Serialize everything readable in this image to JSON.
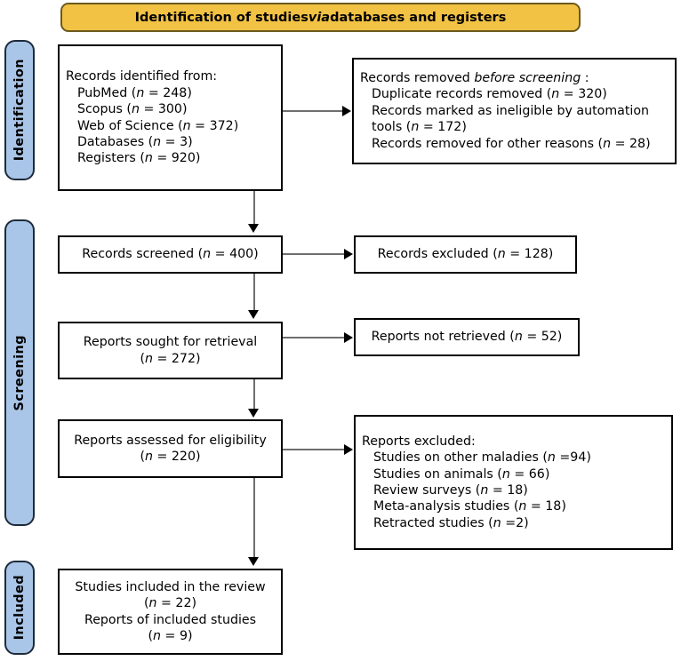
{
  "diagram": {
    "type": "prisma-flow-diagram",
    "header": {
      "text_before": "Identification of studies ",
      "emphasis": "via",
      "text_after": " databases and registers",
      "full_text": "Identification of studies via databases and registers",
      "background_color": "#f2c245",
      "border_color": "#6b5a1d"
    },
    "stages": [
      {
        "id": "identification",
        "label": "Identification",
        "color": "#a9c5e8"
      },
      {
        "id": "screening",
        "label": "Screening",
        "color": "#a9c5e8"
      },
      {
        "id": "included",
        "label": "Included",
        "color": "#a9c5e8"
      }
    ],
    "boxes": {
      "identified": {
        "title": "Records identified from:",
        "items": [
          "PubMed (n = 248)",
          "Scopus (n = 300)",
          "Web of Science (n = 372)",
          "Databases (n = 3)",
          "Registers (n = 920)"
        ],
        "lines": [
          {
            "label": "PubMed",
            "nvalue": "248"
          },
          {
            "label": "Scopus",
            "nvalue": "300"
          },
          {
            "label": "Web of Science",
            "nvalue": "372"
          },
          {
            "label": "Databases",
            "nvalue": "3"
          },
          {
            "label": "Registers",
            "nvalue": "920"
          }
        ]
      },
      "removed_before_screening": {
        "title_before": "Records removed ",
        "title_emphasis": "before screening",
        "title_after": " :",
        "title_full": "Records removed before screening :",
        "items": [
          "Duplicate records removed  (n = 320)",
          "Records marked as ineligible by automation tools (n = 172)",
          "Records removed for other reasons (n = 28)"
        ],
        "line1_label": "Duplicate records removed ",
        "line1_n": "320",
        "line2_label": "Records marked as ineligible by automation tools",
        "line2_n": "172",
        "line3_label": "Records removed for other reasons",
        "line3_n": "28"
      },
      "screened": {
        "label": "Records screened",
        "nvalue": "400",
        "full_text": "Records screened (n = 400)"
      },
      "excluded": {
        "label": "Records excluded",
        "nvalue": "128",
        "full_text": "Records excluded (n = 128)"
      },
      "sought": {
        "label": "Reports sought for retrieval",
        "nvalue": "272",
        "full_text": "Reports sought for retrieval (n = 272)"
      },
      "not_retrieved": {
        "label": "Reports not retrieved",
        "nvalue": "52",
        "full_text": "Reports not retrieved (n = 52)"
      },
      "assessed": {
        "label": "Reports assessed for eligibility",
        "nvalue": "220",
        "full_text": "Reports assessed for eligibility (n = 220)"
      },
      "reports_excluded": {
        "title": "Reports excluded:",
        "items": [
          "Studies on other maladies (n =94)",
          "Studies on animals (n = 66)",
          "Review surveys (n = 18)",
          "Meta-analysis studies (n = 18)",
          "Retracted studies (n =2)"
        ],
        "lines": [
          {
            "label": "Studies on other maladies",
            "nexpr": "=94"
          },
          {
            "label": "Studies on animals",
            "nexpr": "= 66"
          },
          {
            "label": "Review surveys",
            "nexpr": "= 18"
          },
          {
            "label": "Meta-analysis studies",
            "nexpr": "= 18"
          },
          {
            "label": "Retracted studies",
            "nexpr": "=2"
          }
        ]
      },
      "included": {
        "line1": "Studies included in the review",
        "line1_n": "22",
        "line2": "Reports of included studies",
        "line2_n": "9",
        "full_text": "Studies included in the review (n = 22) Reports of included studies (n = 9)"
      }
    }
  }
}
